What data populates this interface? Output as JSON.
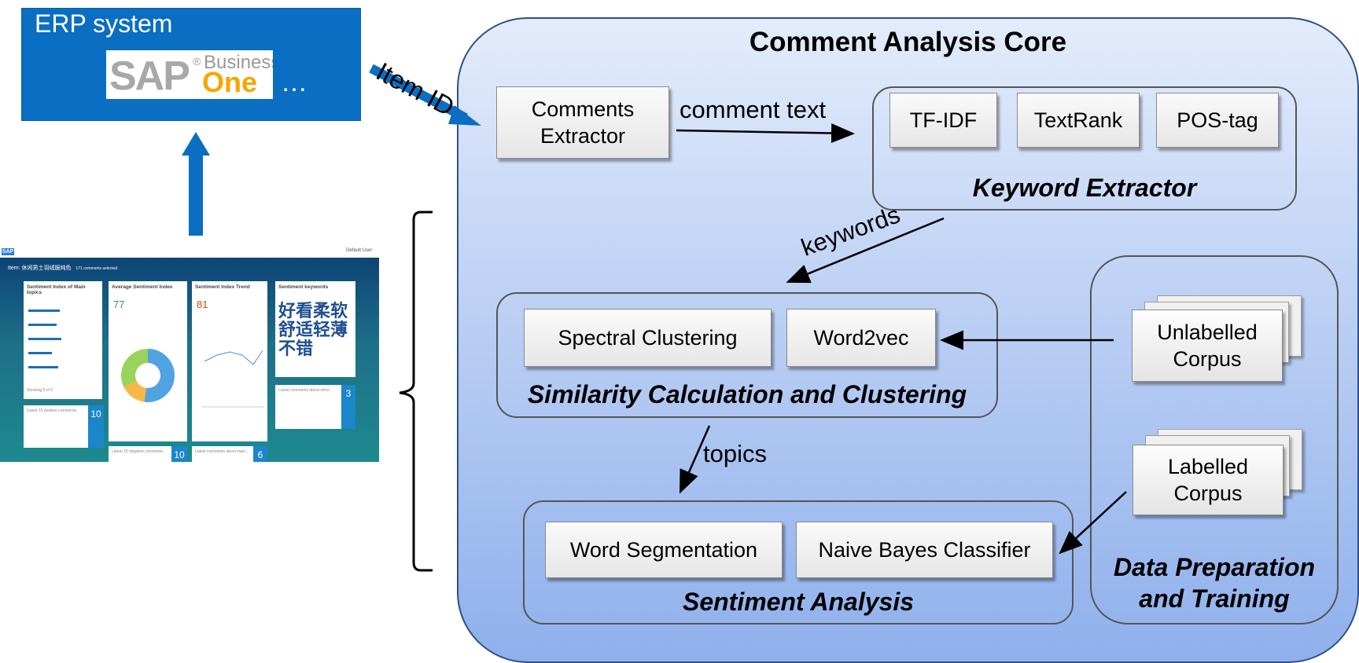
{
  "erp": {
    "title": "ERP system",
    "logo_brand": "SAP",
    "logo_registered": "®",
    "logo_line1": "Business",
    "logo_line2": "One",
    "ellipsis": "…"
  },
  "dashboard": {
    "header_item": "Item: 休闲男士羽绒服纯色",
    "header_count": "171 comments selected",
    "user": "Default User",
    "cards": {
      "sentiment_index": "Sentiment Index of Main topics",
      "avg_sentiment": "Average Sentiment Index",
      "avg_value": "77",
      "trend": "Sentiment Index Trend",
      "trend_value": "81",
      "keywords": "Sentiment keywords",
      "keywords_cloud": "好看柔软舒适轻薄不错",
      "positive": "Latest 10 positive comments",
      "positive_count": "10",
      "negative": "Latest 10 negative comments",
      "negative_count": "10",
      "latest_other": "Latest comments about other...",
      "latest_other_count": "3",
      "latest_main": "Latest comments about main...",
      "latest_main_count": "6",
      "showing": "Showing 5 of 5"
    }
  },
  "core": {
    "title": "Comment Analysis Core",
    "comments_extractor": "Comments\nExtractor",
    "keyword_group": "Keyword Extractor",
    "tfidf": "TF-IDF",
    "textrank": "TextRank",
    "postag": "POS-tag",
    "similarity_group": "Similarity Calculation and Clustering",
    "spectral": "Spectral Clustering",
    "word2vec": "Word2vec",
    "sentiment_group": "Sentiment Analysis",
    "word_seg": "Word Segmentation",
    "naive_bayes": "Naive Bayes Classifier",
    "data_group_line1": "Data Preparation",
    "data_group_line2": "and Training",
    "unlabelled_line1": "Unlabelled",
    "unlabelled_line2": "Corpus",
    "labelled_line1": "Labelled",
    "labelled_line2": "Corpus"
  },
  "edges": {
    "item_id": "Item ID",
    "comment_text": "comment text",
    "keywords": "keywords",
    "topics": "topics"
  },
  "colors": {
    "erp_blue": "#0a6ec2",
    "arrow_blue": "#0a6ec2",
    "core_top": "#e3ecfb",
    "core_bottom": "#8fb0ec",
    "border": "#2f4f86"
  }
}
